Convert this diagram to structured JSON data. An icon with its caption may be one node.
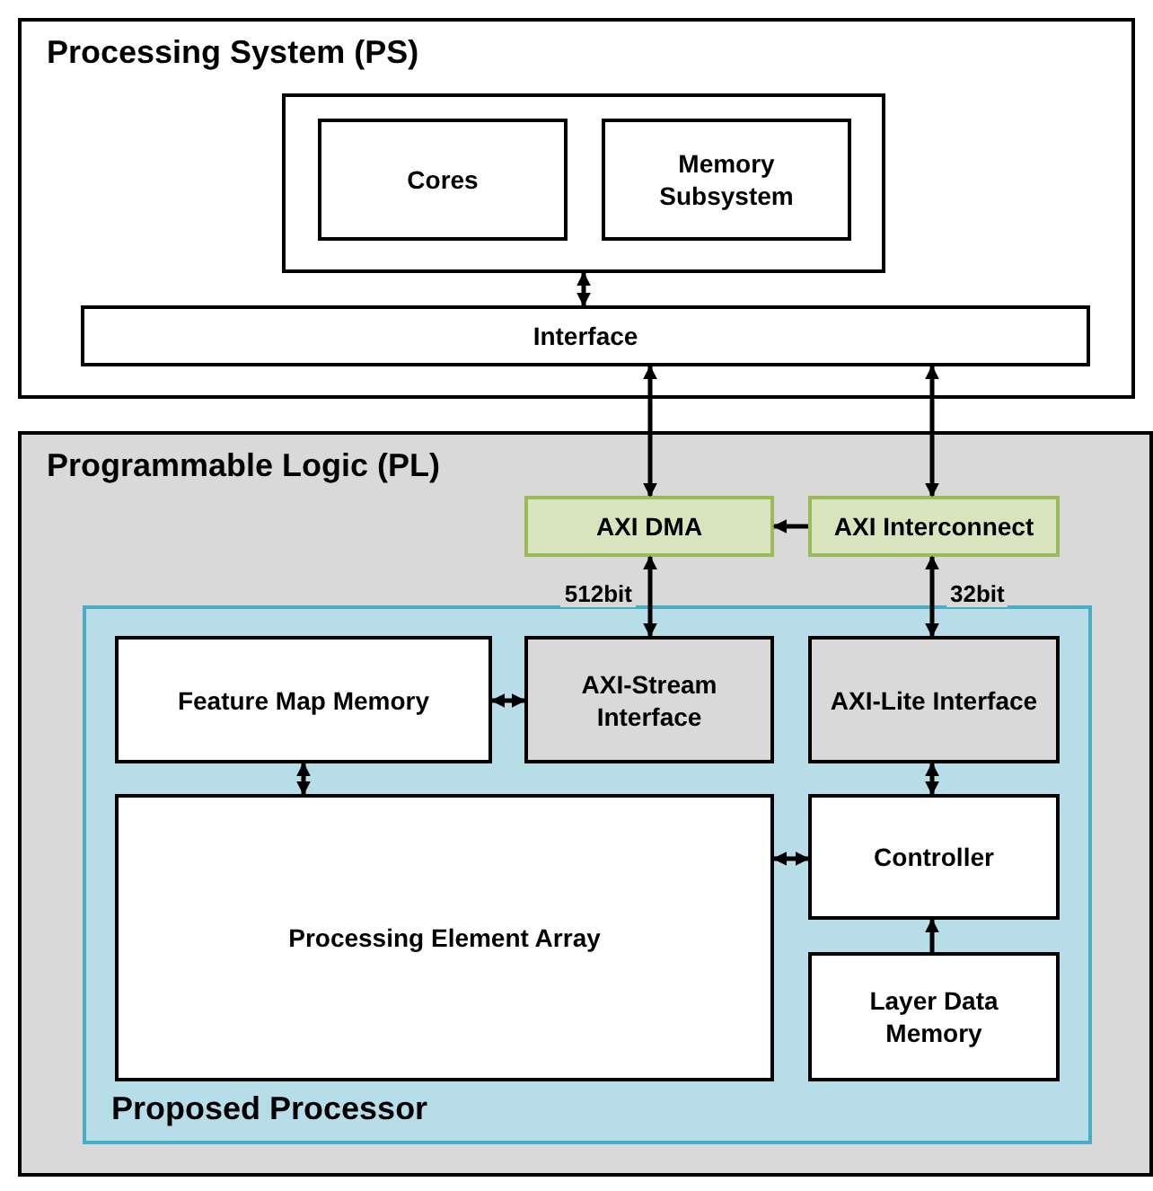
{
  "diagram": {
    "nodes": [
      {
        "text": [
          "Processing System (PS)"
        ]
      },
      {
        "text": [],
        "shape": "box",
        "in": 0
      },
      {
        "text": [
          "Cores"
        ],
        "in": 1
      },
      {
        "text": [
          "Memory Subsystem"
        ],
        "in": 1
      },
      {
        "text": [
          "Interface"
        ],
        "in": 0
      },
      {
        "text": [
          "Programmable Logic (PL)"
        ]
      },
      {
        "text": [
          "AXI DMA"
        ],
        "in": 5
      },
      {
        "text": [
          "AXI Interconnect"
        ],
        "in": 5
      },
      {
        "text": [
          "Proposed Processor"
        ],
        "in": 5
      },
      {
        "text": [
          "Feature Map Memory"
        ],
        "in": 8
      },
      {
        "text": [
          "AXI-Stream Interface"
        ],
        "in": 8
      },
      {
        "text": [
          "AXI-Lite Interface"
        ],
        "in": 8
      },
      {
        "text": [
          "Processing Element Array"
        ],
        "in": 8
      },
      {
        "text": [
          "Controller"
        ],
        "in": 8
      },
      {
        "text": [
          "Layer Data Memory"
        ],
        "in": 8
      }
    ],
    "edges": [
      {
        "from": 1,
        "to": 4,
        "arrow": "both"
      },
      {
        "from": 4,
        "to": 6,
        "arrow": "both"
      },
      {
        "from": 4,
        "to": 7,
        "arrow": "both"
      },
      {
        "from": 7,
        "to": 6,
        "arrow": "to"
      },
      {
        "from": 6,
        "to": 10,
        "arrow": "both",
        "label": "512bit"
      },
      {
        "from": 7,
        "to": 11,
        "arrow": "both",
        "label": "32bit"
      },
      {
        "from": 9,
        "to": 10,
        "arrow": "both"
      },
      {
        "from": 9,
        "to": 12,
        "arrow": "both"
      },
      {
        "from": 12,
        "to": 13,
        "arrow": "both"
      },
      {
        "from": 11,
        "to": 13,
        "arrow": "both"
      },
      {
        "from": 14,
        "to": 13,
        "arrow": "to"
      }
    ]
  }
}
